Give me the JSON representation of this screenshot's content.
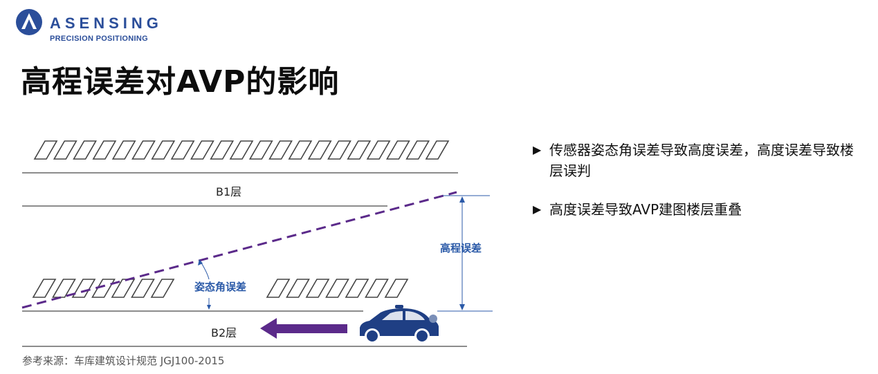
{
  "header": {
    "logo_name": "ASENSING",
    "logo_tagline": "PRECISION POSITIONING",
    "logo_icon": "triangle-in-circle-icon",
    "brand_color": "#2b4e9a"
  },
  "title": "高程误差对AVP的影响",
  "diagram": {
    "floor_b1_label": "B1层",
    "floor_b2_label": "B2层",
    "elevation_error_label": "高程误差",
    "attitude_angle_error_label": "姿态角误差",
    "annotation_color": "#2b5aa8",
    "trajectory_color": "#5b2a8a",
    "car_color": "#1f3f84",
    "direction_arrow_icon": "left-arrow-icon",
    "car_icon": "car-icon"
  },
  "bullets": [
    "传感器姿态角误差导致高度误差，高度误差导致楼层误判",
    "高度误差导致AVP建图楼层重叠"
  ],
  "source_note": "参考来源：车库建筑设计规范 JGJ100-2015"
}
